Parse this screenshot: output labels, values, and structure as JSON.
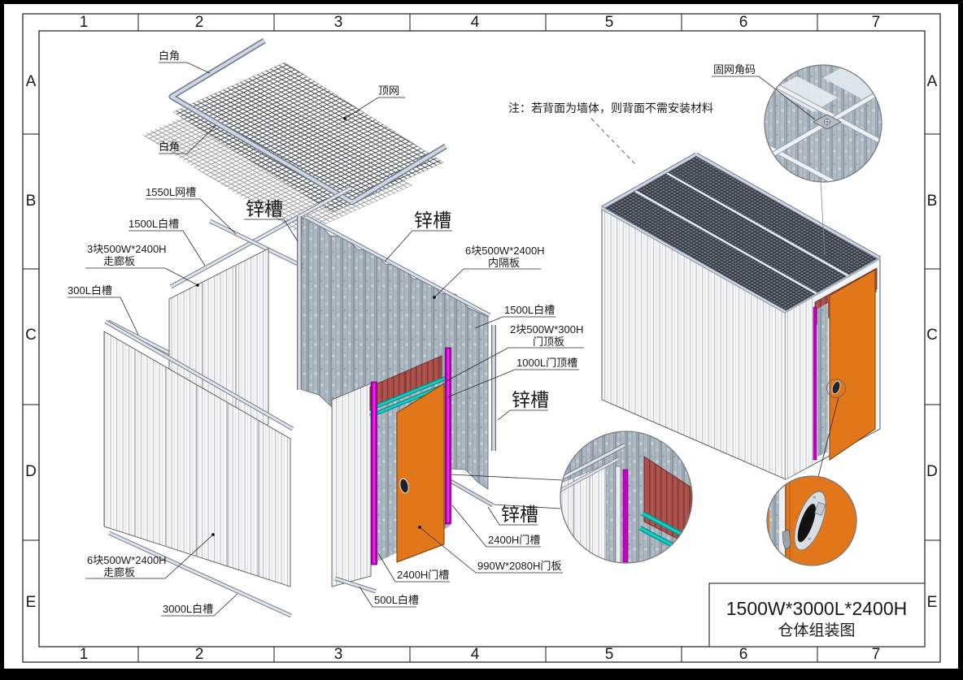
{
  "zones": {
    "columns": [
      "1",
      "2",
      "3",
      "4",
      "5",
      "6",
      "7"
    ],
    "rows": [
      "A",
      "B",
      "C",
      "D",
      "E"
    ]
  },
  "note": "注：若背面为墙体，则背面不需安装材料",
  "title_block": {
    "size": "1500W*3000L*2400H",
    "name": "仓体组装图"
  },
  "labels": {
    "top_angle_upper": "白角",
    "top_net": "顶网",
    "top_angle_lower": "白角",
    "net_channel_1550": "1550L网槽",
    "white_channel_1500_left": "1500L白槽",
    "corridor_panels_3_line1": "3块500W*2400H",
    "corridor_panels_3_line2": "走廊板",
    "white_channel_300": "300L白槽",
    "zinc_channel_1": "锌槽",
    "zinc_channel_2": "锌槽",
    "inner_panels_line1": "6块500W*2400H",
    "inner_panels_line2": "内隔板",
    "white_channel_1500_right": "1500L白槽",
    "door_top_panels_line1": "2块500W*300H",
    "door_top_panels_line2": "门顶板",
    "door_top_channel_1000": "1000L门顶槽",
    "zinc_channel_3": "锌槽",
    "zinc_channel_4": "锌槽",
    "door_channel_2400_right": "2400H门槽",
    "door_panel_990": "990W*2080H门板",
    "door_channel_2400_left": "2400H门槽",
    "white_channel_500": "500L白槽",
    "corridor_panels_6_line1": "6块500W*2400H",
    "corridor_panels_6_line2": "走廊板",
    "white_channel_3000": "3000L白槽",
    "net_fix_bracket": "固网角码"
  },
  "colors": {
    "door_orange": "#e2761b",
    "door_top_red": "#a84e48",
    "door_channel_magenta": "#c400c4",
    "door_top_channel_cyan": "#00b4ac",
    "galvanized_panel": "#aeb9c2",
    "rail_highlight": "#dde2ea",
    "mesh": "#3c434b"
  }
}
